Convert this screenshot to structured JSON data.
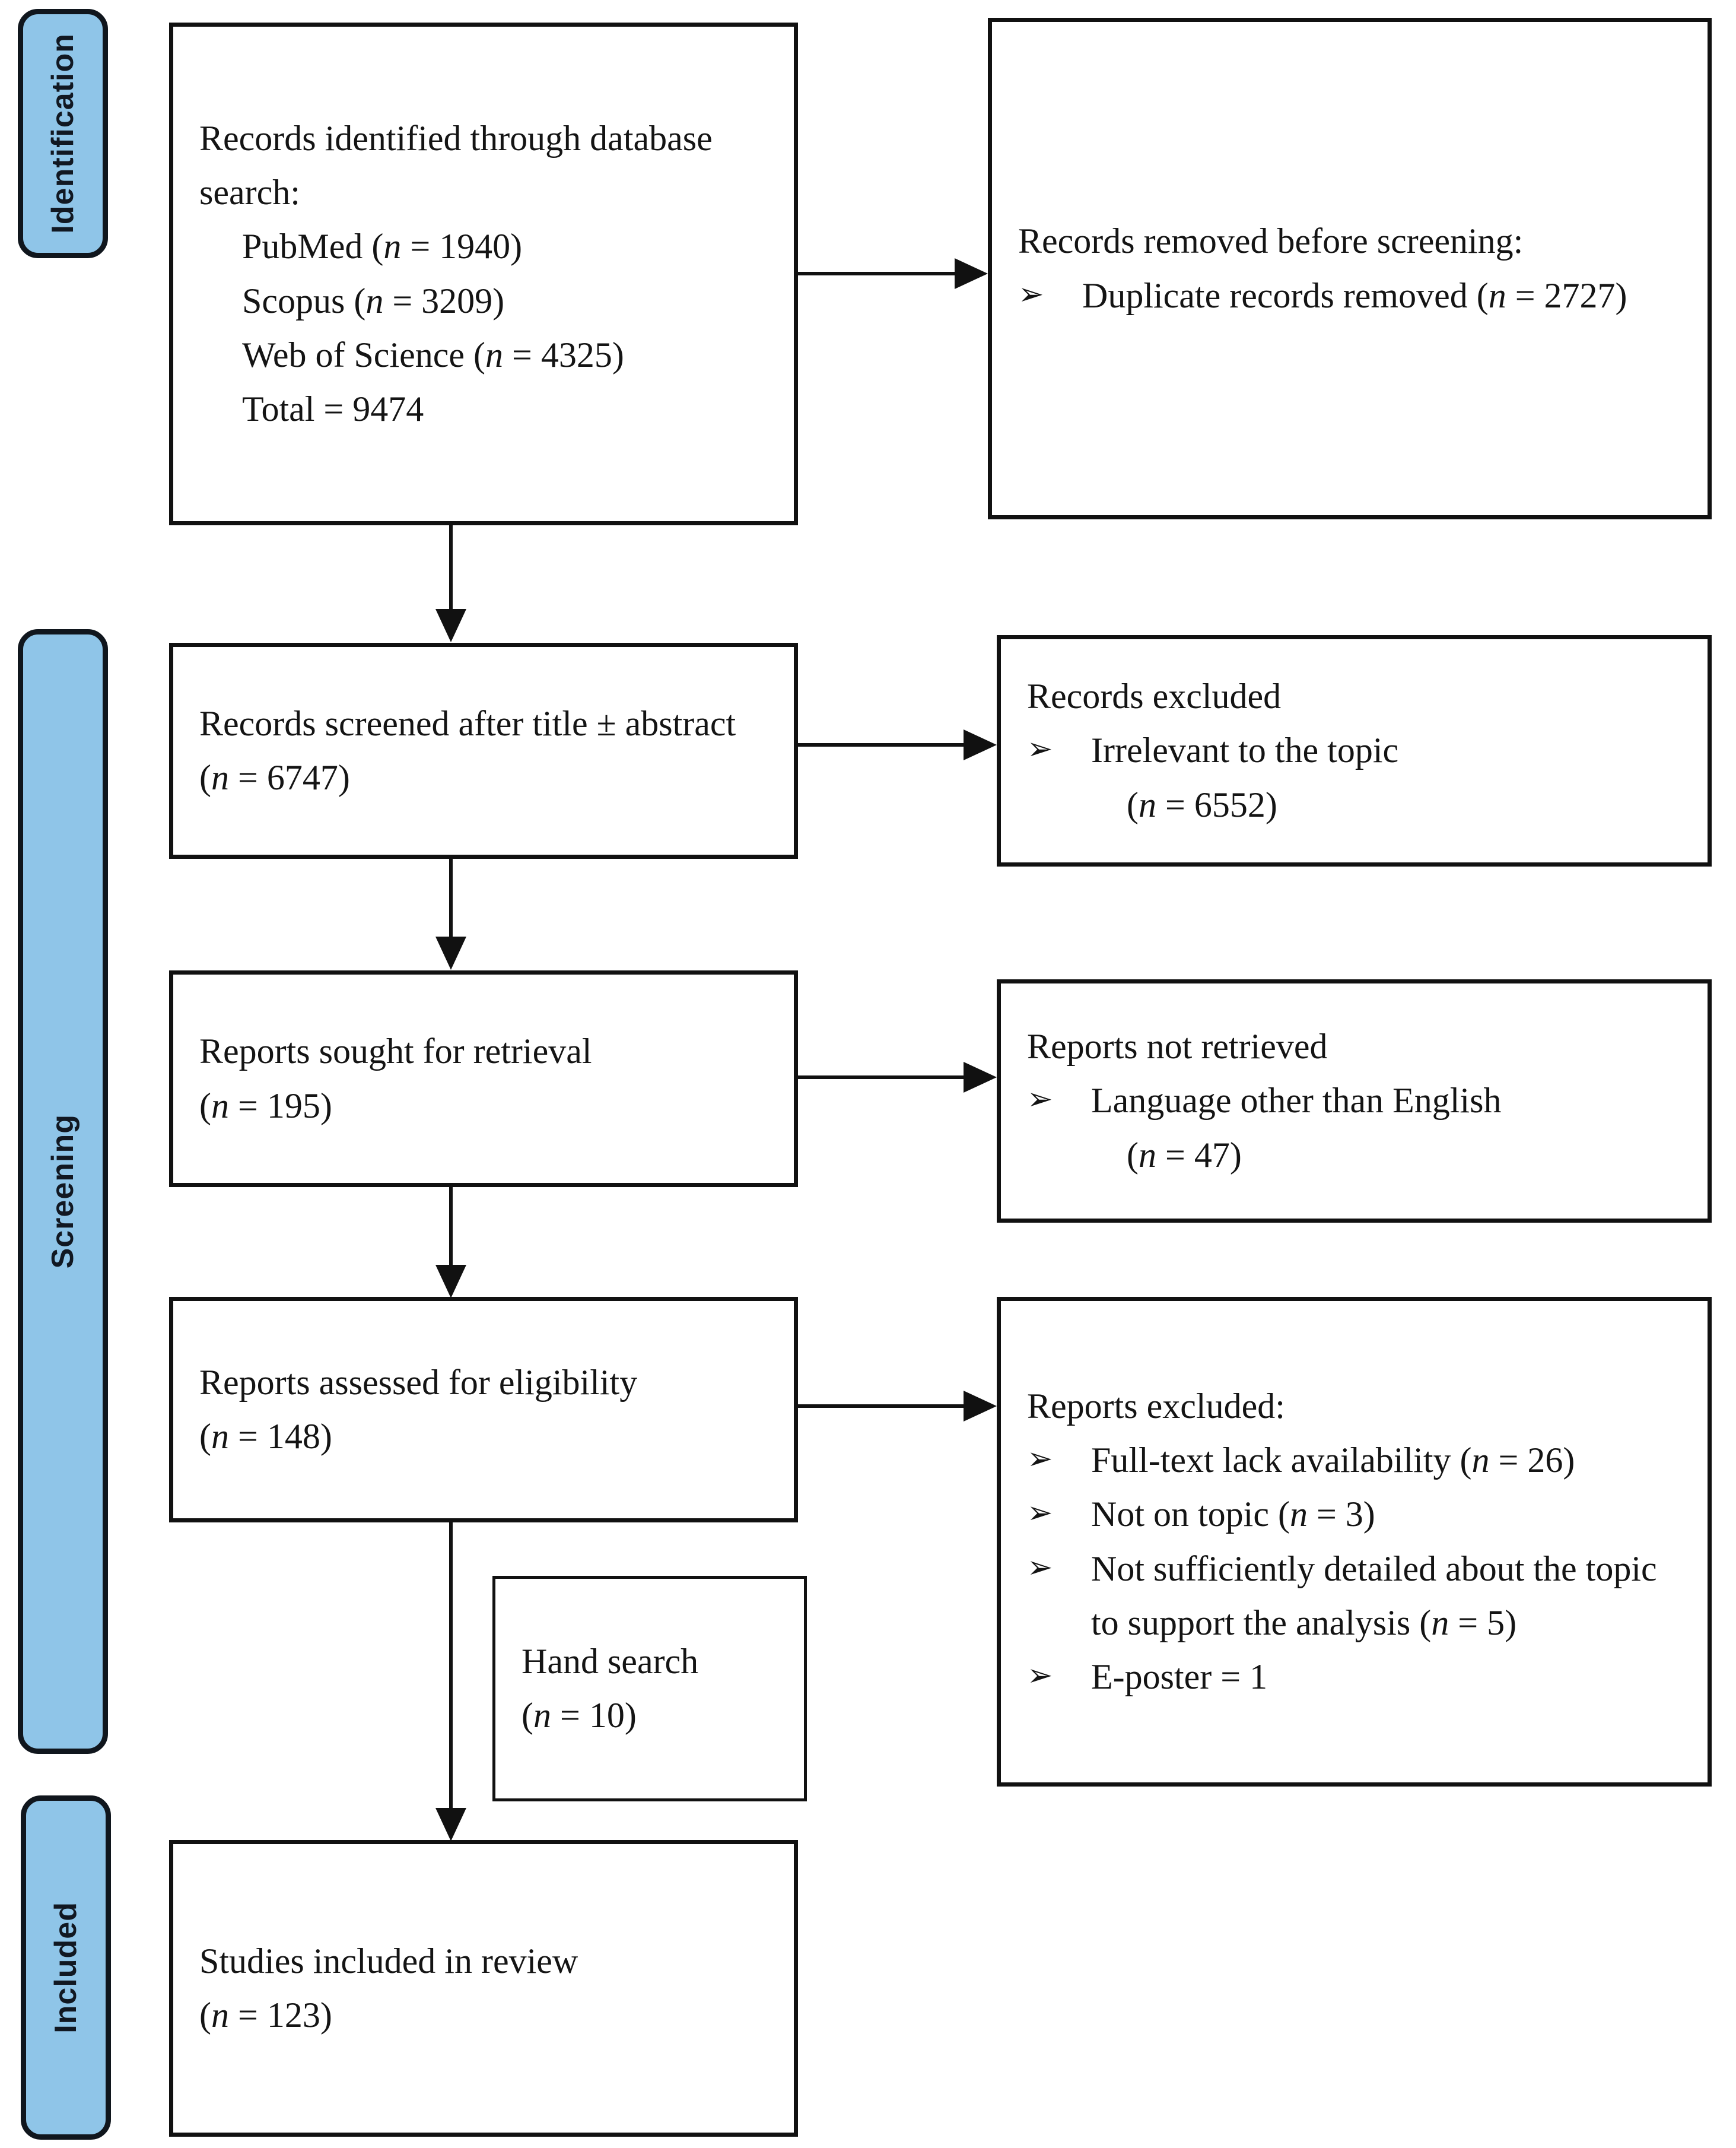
{
  "diagram": {
    "title": "PRISMA study selection flow diagram",
    "accent_color": "#8FC5E8",
    "line_color": "#111111"
  },
  "stages": [
    {
      "key": "identification",
      "label": "Identification"
    },
    {
      "key": "screening",
      "label": "Screening"
    },
    {
      "key": "included",
      "label": "Included"
    }
  ],
  "identification": {
    "records_identified": {
      "heading_line1": "Records identified through database",
      "heading_line2": "search:",
      "sources": [
        {
          "name": "PubMed",
          "n_prefix": "(",
          "n_italic": "n",
          "n_value": " = 1940)"
        },
        {
          "name": "Scopus",
          "n_prefix": "(",
          "n_italic": "n",
          "n_value": " = 3209)"
        },
        {
          "name": "Web of Science",
          "n_prefix": "(",
          "n_italic": "n",
          "n_value": " = 4325)"
        }
      ],
      "pubmed_text": "PubMed (n = 1940)",
      "scopus_text": "Scopus (n = 3209)",
      "wos_text": "Web of Science (n = 4325)",
      "total_text": "Total = 9474"
    },
    "records_removed": {
      "heading": "Records removed before screening:",
      "bullets": [
        {
          "marker": "➢",
          "text": "Duplicate records removed (n = 2727)"
        }
      ]
    }
  },
  "screening": {
    "records_screened": {
      "line1": "Records screened after title ± abstract",
      "line2": "(n = 6747)"
    },
    "records_excluded": {
      "heading": "Records excluded",
      "bullets": [
        {
          "marker": "➢",
          "text": "Irrelevant to the topic"
        }
      ],
      "sub_count": "(n = 6552)"
    },
    "reports_sought": {
      "line1": "Reports sought for retrieval",
      "line2": "(n = 195)"
    },
    "reports_not_retrieved": {
      "heading": "Reports not retrieved",
      "bullets": [
        {
          "marker": "➢",
          "text": "Language other than English"
        }
      ],
      "sub_count": "(n = 47)"
    },
    "reports_assessed": {
      "line1": "Reports assessed for eligibility",
      "line2": "(n = 148)"
    },
    "reports_excluded": {
      "heading": "Reports excluded:",
      "bullets": [
        {
          "marker": "➢",
          "text": "Full-text lack availability (n = 26)"
        },
        {
          "marker": "➢",
          "text": "Not on topic (n = 3)"
        },
        {
          "marker": "➢",
          "text": "Not sufficiently detailed about the topic to support the analysis (n = 5)"
        },
        {
          "marker": "➢",
          "text": "E-poster = 1"
        }
      ]
    },
    "hand_search": {
      "line1": "Hand search",
      "line2": "(n = 10)"
    }
  },
  "included": {
    "studies_included": {
      "line1": "Studies included in review",
      "line2": "(n = 123)"
    }
  }
}
